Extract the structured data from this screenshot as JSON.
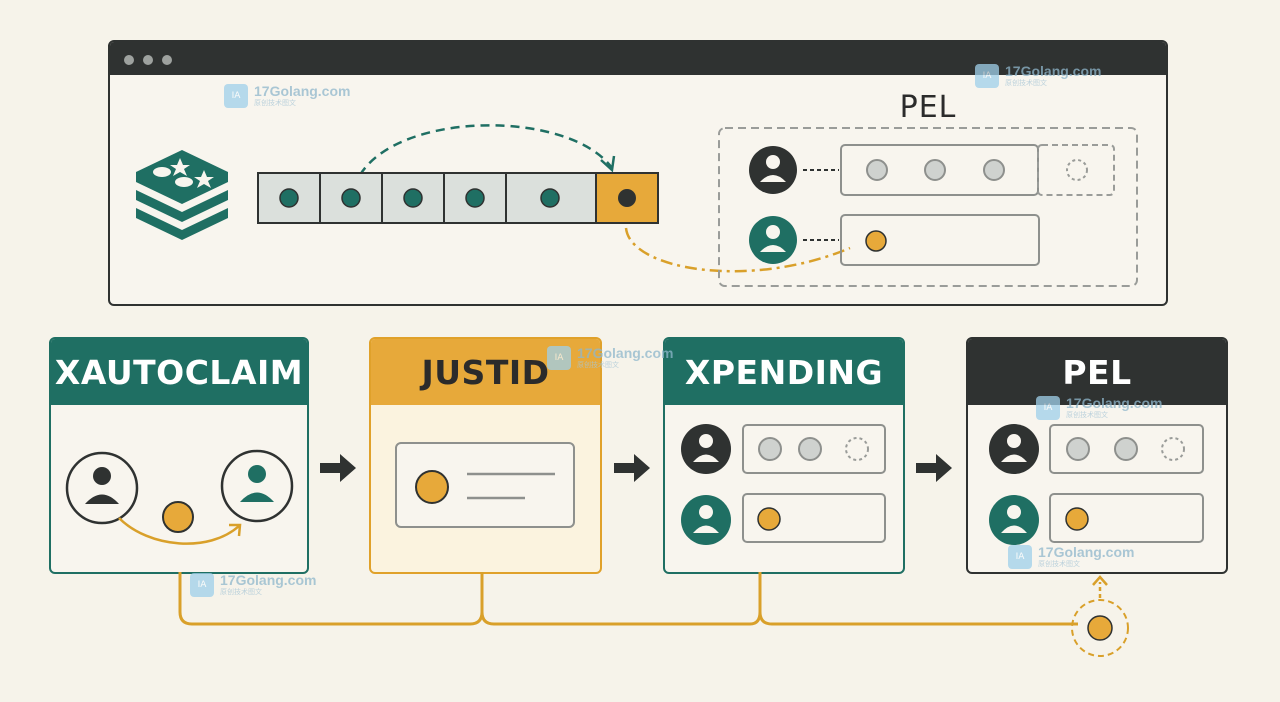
{
  "window": {
    "pel_title": "PEL"
  },
  "commands": {
    "xautoclaim": "XAUTOCLAIM",
    "justid": "JUSTID",
    "xpending": "XPENDING",
    "pel": "PEL"
  },
  "watermark": {
    "text": "17Golang.com",
    "sub": "原创技术图文"
  },
  "colors": {
    "teal": "#1f6f63",
    "gold": "#e7a93a",
    "dark": "#2f3231",
    "background": "#f6f3ea"
  }
}
